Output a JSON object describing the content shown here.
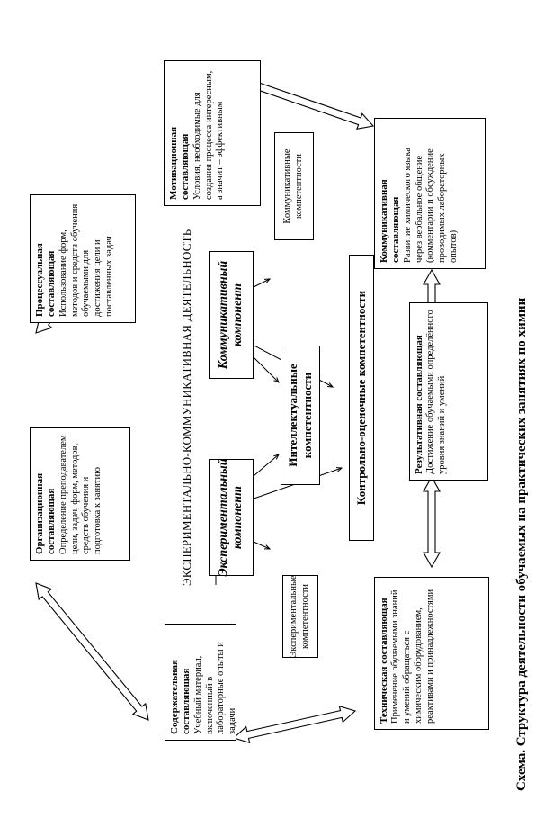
{
  "caption": "Схема. Структура деятельности обучаемых  на практических  занятиях по химии",
  "banner": "ЭКСПЕРИМЕНТАЛЬНО-КОММУНИКАТИВНАЯ  ДЕЯТЕЛЬНОСТЬ",
  "components": {
    "experimental": "Экспериментальный компонент",
    "communicative": "Коммуникативный компонент"
  },
  "competences": {
    "experimental": "Экспериментальные компетентности",
    "intellectual": "Интеллектуальные компетентности",
    "communicative": "Коммуникативные компетентности",
    "control": "Контрольно-оценочные компетентности"
  },
  "boxes": {
    "content": {
      "title": "Содержательная составляющая",
      "text": "Учебный материал, включенный в лабораторные опыты и задачи"
    },
    "organizational": {
      "title": "Организационная составляющая",
      "text": "Определение преподавателем цели, задач, форм, методов, средств обучения и подготовка к занятию"
    },
    "procedural": {
      "title": "Процессуальная составляющая",
      "text": "Использование форм, методов и средств обучения обучаемыми для достижения цели и поставленных задач"
    },
    "motivational": {
      "title": "Мотивационная составляющая",
      "text": "Условия, необходимые для создания процесса интересным, а значит – эффективным"
    },
    "communicative": {
      "title": "Коммуникативная составляющая",
      "text": "Развитие химического языка через вербальное общение (комментарии и обсуждение проводимых лабораторных опытов)"
    },
    "resultative": {
      "title": "Результативная составляющая",
      "text": "Достижение обучаемыми определённого уровня знаний и умений"
    },
    "technical": {
      "title": "Техническая составляющая",
      "text": "Применение обучаемыми знаний и умений обращаться с химическим оборудованием, реактивами и принадлежностями"
    }
  }
}
